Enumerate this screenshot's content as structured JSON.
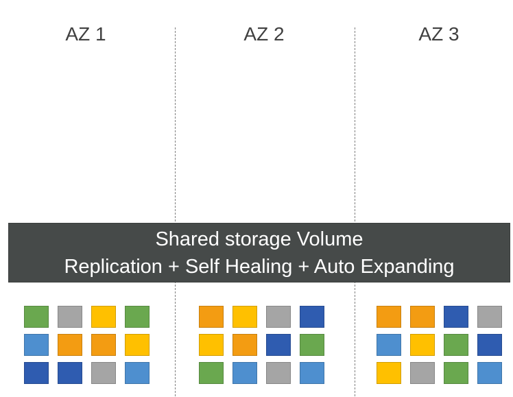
{
  "colors": {
    "green": "#6aa84f",
    "gray": "#a5a5a5",
    "yellow": "#ffc000",
    "orange": "#f39c12",
    "lightblue": "#4e8fcf",
    "darkblue": "#2f5cb0",
    "banner": "#464a49",
    "label": "#404040"
  },
  "zones": [
    {
      "label": "AZ 1",
      "blocks": [
        [
          "green",
          "gray",
          "yellow",
          "green"
        ],
        [
          "lightblue",
          "orange",
          "orange",
          "yellow"
        ],
        [
          "darkblue",
          "darkblue",
          "gray",
          "lightblue"
        ]
      ]
    },
    {
      "label": "AZ 2",
      "blocks": [
        [
          "orange",
          "yellow",
          "gray",
          "darkblue"
        ],
        [
          "yellow",
          "orange",
          "darkblue",
          "green"
        ],
        [
          "green",
          "lightblue",
          "gray",
          "lightblue"
        ]
      ]
    },
    {
      "label": "AZ 3",
      "blocks": [
        [
          "orange",
          "orange",
          "darkblue",
          "gray"
        ],
        [
          "lightblue",
          "yellow",
          "green",
          "darkblue"
        ],
        [
          "yellow",
          "gray",
          "green",
          "lightblue"
        ]
      ]
    }
  ],
  "banner": {
    "line1": "Shared storage Volume",
    "line2": "Replication + Self Healing + Auto Expanding"
  }
}
